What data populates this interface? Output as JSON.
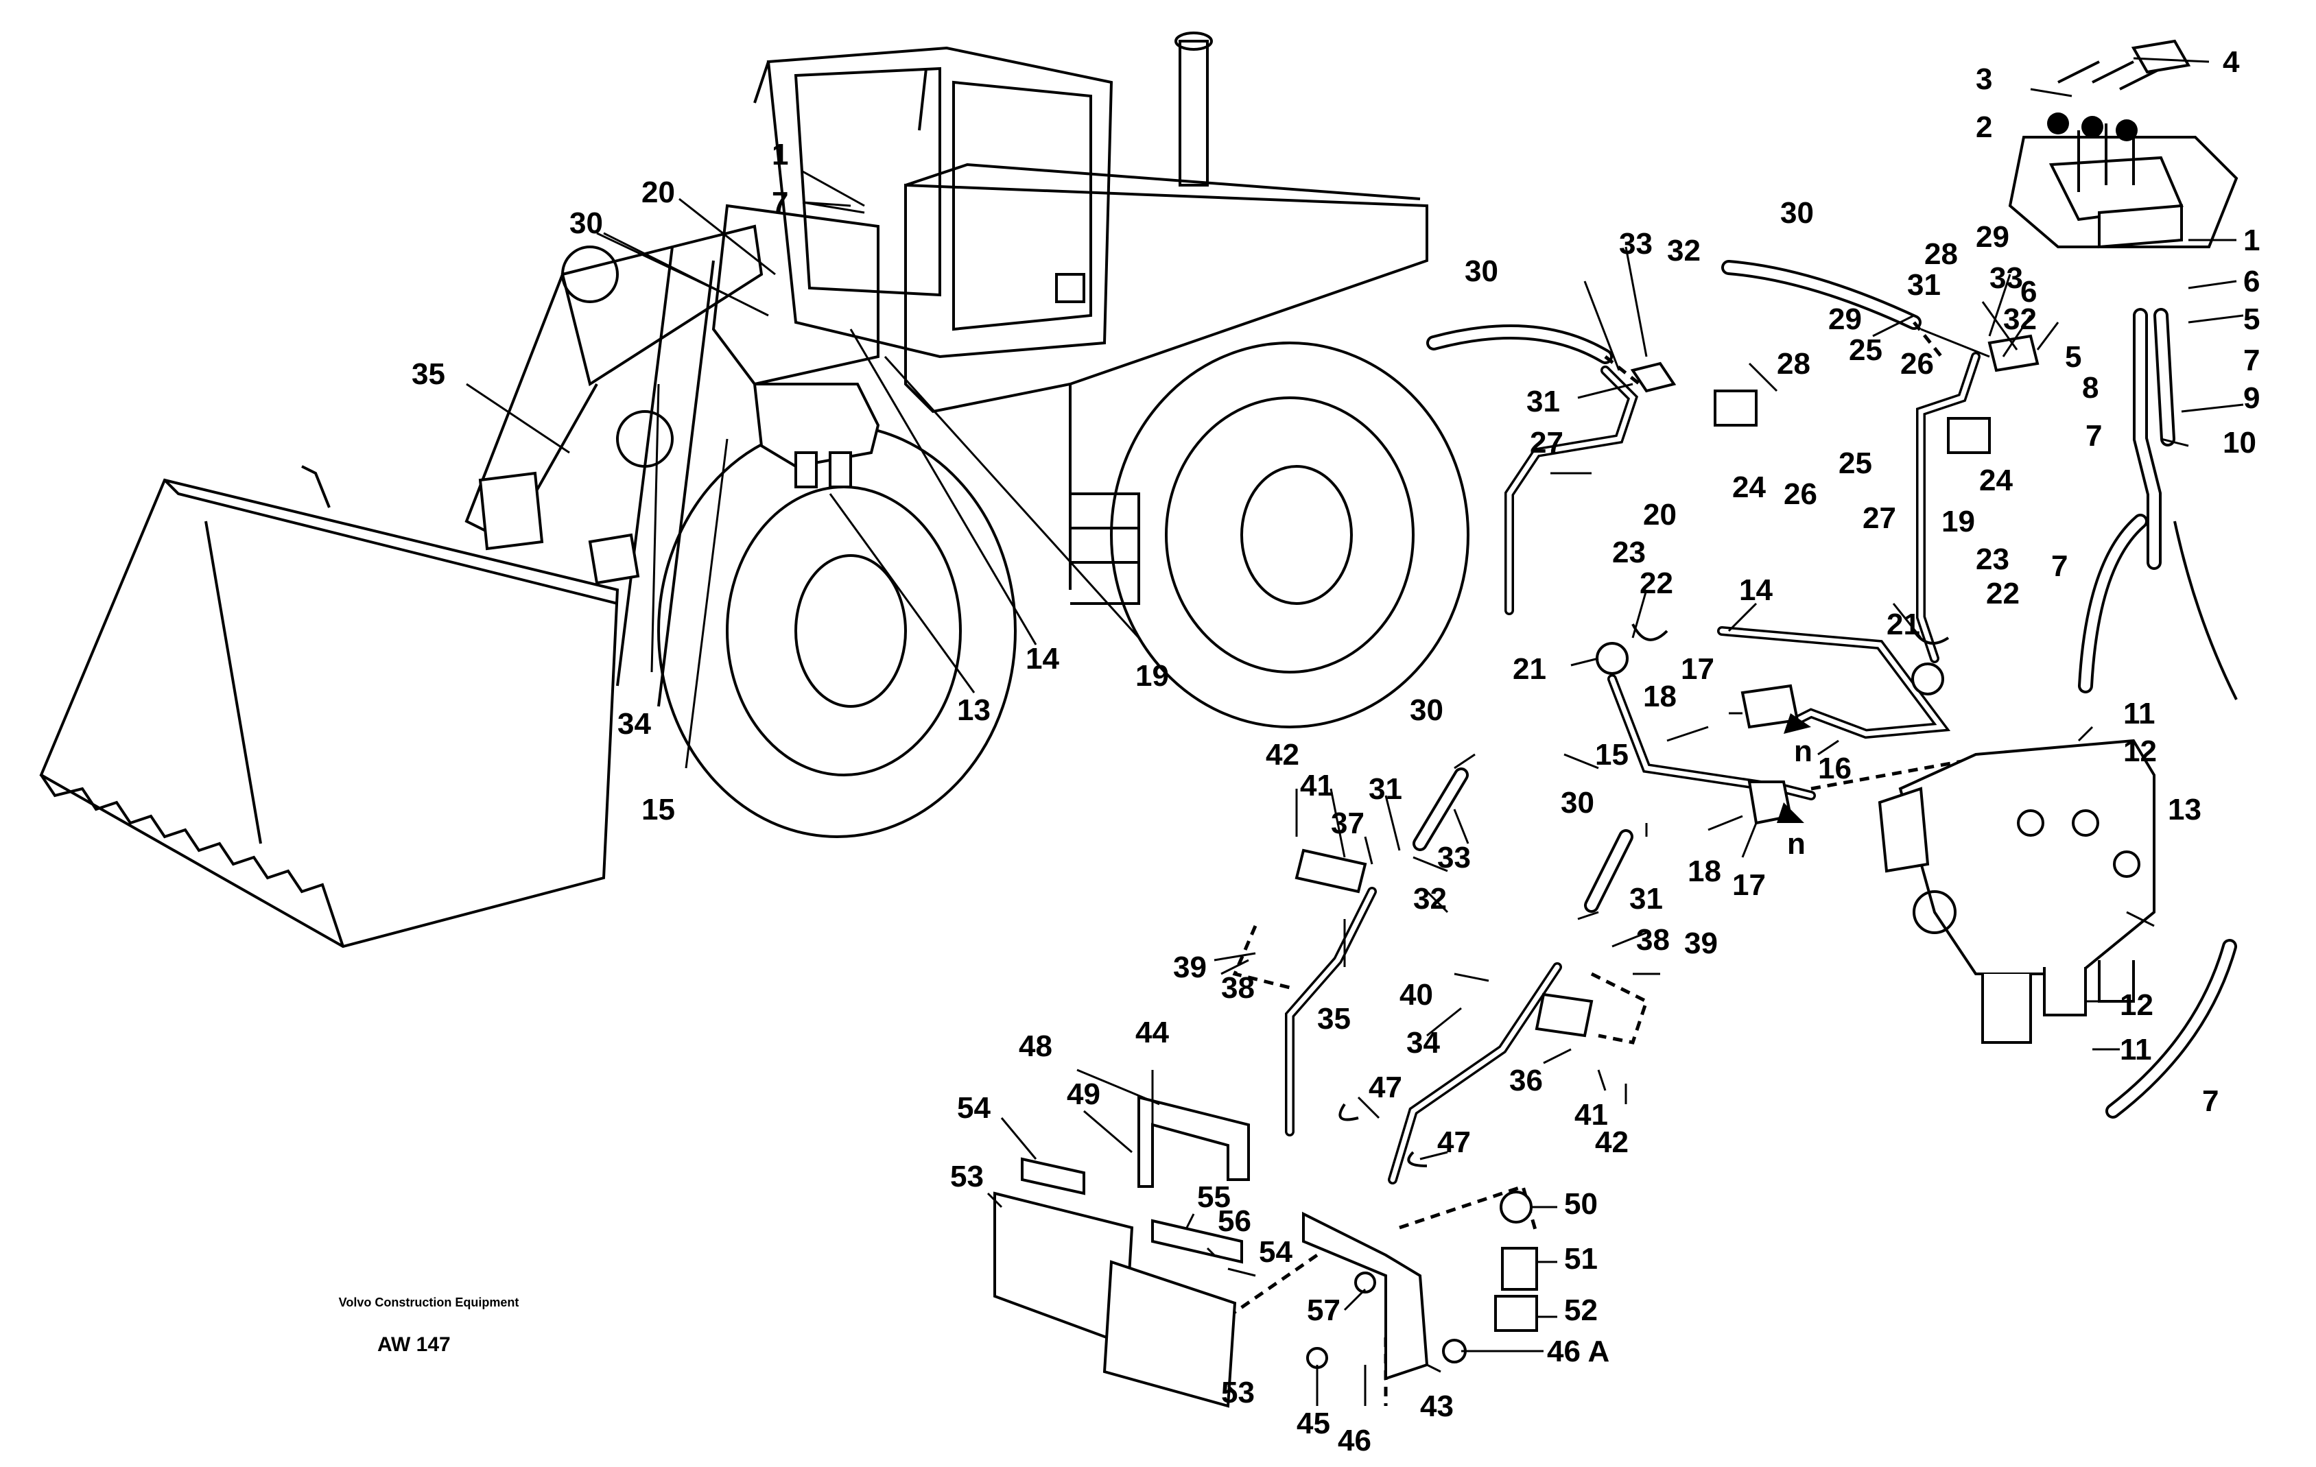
{
  "figure": {
    "caption_company": "Volvo Construction Equipment",
    "caption_code": "AW 147"
  },
  "callouts": [
    {
      "id": "c1",
      "text": "1"
    },
    {
      "id": "c7",
      "text": "7"
    },
    {
      "id": "c20",
      "text": "20"
    },
    {
      "id": "c30a",
      "text": "30"
    },
    {
      "id": "c35a",
      "text": "35"
    },
    {
      "id": "c34a",
      "text": "34"
    },
    {
      "id": "c15a",
      "text": "15"
    },
    {
      "id": "c13a",
      "text": "13"
    },
    {
      "id": "c14a",
      "text": "14"
    },
    {
      "id": "c19a",
      "text": "19"
    },
    {
      "id": "c30b",
      "text": "30"
    },
    {
      "id": "c33a",
      "text": "33"
    },
    {
      "id": "c32a",
      "text": "32"
    },
    {
      "id": "c31a",
      "text": "31"
    },
    {
      "id": "c27a",
      "text": "27"
    },
    {
      "id": "c20b",
      "text": "20"
    },
    {
      "id": "c24a",
      "text": "24"
    },
    {
      "id": "c26a",
      "text": "26"
    },
    {
      "id": "c25a",
      "text": "25"
    },
    {
      "id": "c28a",
      "text": "28"
    },
    {
      "id": "c29a",
      "text": "29"
    },
    {
      "id": "c30c",
      "text": "30"
    },
    {
      "id": "c28b",
      "text": "28"
    },
    {
      "id": "c29b",
      "text": "29"
    },
    {
      "id": "c31b",
      "text": "31"
    },
    {
      "id": "c33b",
      "text": "33"
    },
    {
      "id": "c32b",
      "text": "32"
    },
    {
      "id": "c25b",
      "text": "25"
    },
    {
      "id": "c26b",
      "text": "26"
    },
    {
      "id": "c24b",
      "text": "24"
    },
    {
      "id": "c27b",
      "text": "27"
    },
    {
      "id": "c19b",
      "text": "19"
    },
    {
      "id": "c3",
      "text": "3"
    },
    {
      "id": "c4",
      "text": "4"
    },
    {
      "id": "c2",
      "text": "2"
    },
    {
      "id": "c1b",
      "text": "1"
    },
    {
      "id": "c6a",
      "text": "6"
    },
    {
      "id": "c6b",
      "text": "6"
    },
    {
      "id": "c5a",
      "text": "5"
    },
    {
      "id": "c5b",
      "text": "5"
    },
    {
      "id": "c7b",
      "text": "7"
    },
    {
      "id": "c8",
      "text": "8"
    },
    {
      "id": "c9",
      "text": "9"
    },
    {
      "id": "c7c",
      "text": "7"
    },
    {
      "id": "c10",
      "text": "10"
    },
    {
      "id": "c7d",
      "text": "7"
    },
    {
      "id": "c11a",
      "text": "11"
    },
    {
      "id": "c12a",
      "text": "12"
    },
    {
      "id": "c13b",
      "text": "13"
    },
    {
      "id": "c12b",
      "text": "12"
    },
    {
      "id": "c11b",
      "text": "11"
    },
    {
      "id": "c7e",
      "text": "7"
    },
    {
      "id": "c23a",
      "text": "23"
    },
    {
      "id": "c22a",
      "text": "22"
    },
    {
      "id": "c14b",
      "text": "14"
    },
    {
      "id": "c23b",
      "text": "23"
    },
    {
      "id": "c22b",
      "text": "22"
    },
    {
      "id": "c21a",
      "text": "21"
    },
    {
      "id": "c21b",
      "text": "21"
    },
    {
      "id": "c17a",
      "text": "17"
    },
    {
      "id": "c18a",
      "text": "18"
    },
    {
      "id": "cna",
      "text": "n"
    },
    {
      "id": "c15b",
      "text": "15"
    },
    {
      "id": "c16",
      "text": "16"
    },
    {
      "id": "c18b",
      "text": "18"
    },
    {
      "id": "c17b",
      "text": "17"
    },
    {
      "id": "cnb",
      "text": "n"
    },
    {
      "id": "c30d",
      "text": "30"
    },
    {
      "id": "c30e",
      "text": "30"
    },
    {
      "id": "c42a",
      "text": "42"
    },
    {
      "id": "c41a",
      "text": "41"
    },
    {
      "id": "c37",
      "text": "37"
    },
    {
      "id": "c31c",
      "text": "31"
    },
    {
      "id": "c33c",
      "text": "33"
    },
    {
      "id": "c32c",
      "text": "32"
    },
    {
      "id": "c31d",
      "text": "31"
    },
    {
      "id": "c38a",
      "text": "38"
    },
    {
      "id": "c39a",
      "text": "39"
    },
    {
      "id": "c39b",
      "text": "39"
    },
    {
      "id": "c38b",
      "text": "38"
    },
    {
      "id": "c35b",
      "text": "35"
    },
    {
      "id": "c40",
      "text": "40"
    },
    {
      "id": "c34b",
      "text": "34"
    },
    {
      "id": "c36",
      "text": "36"
    },
    {
      "id": "c41b",
      "text": "41"
    },
    {
      "id": "c42b",
      "text": "42"
    },
    {
      "id": "c48",
      "text": "48"
    },
    {
      "id": "c44",
      "text": "44"
    },
    {
      "id": "c47a",
      "text": "47"
    },
    {
      "id": "c54a",
      "text": "54"
    },
    {
      "id": "c49",
      "text": "49"
    },
    {
      "id": "c53a",
      "text": "53"
    },
    {
      "id": "c55",
      "text": "55"
    },
    {
      "id": "c56",
      "text": "56"
    },
    {
      "id": "c54b",
      "text": "54"
    },
    {
      "id": "c47b",
      "text": "47"
    },
    {
      "id": "c50",
      "text": "50"
    },
    {
      "id": "c51",
      "text": "51"
    },
    {
      "id": "c52",
      "text": "52"
    },
    {
      "id": "c57",
      "text": "57"
    },
    {
      "id": "c46a",
      "text": "46 A"
    },
    {
      "id": "c53b",
      "text": "53"
    },
    {
      "id": "c45",
      "text": "45"
    },
    {
      "id": "c43",
      "text": "43"
    },
    {
      "id": "c46b",
      "text": "46"
    }
  ]
}
